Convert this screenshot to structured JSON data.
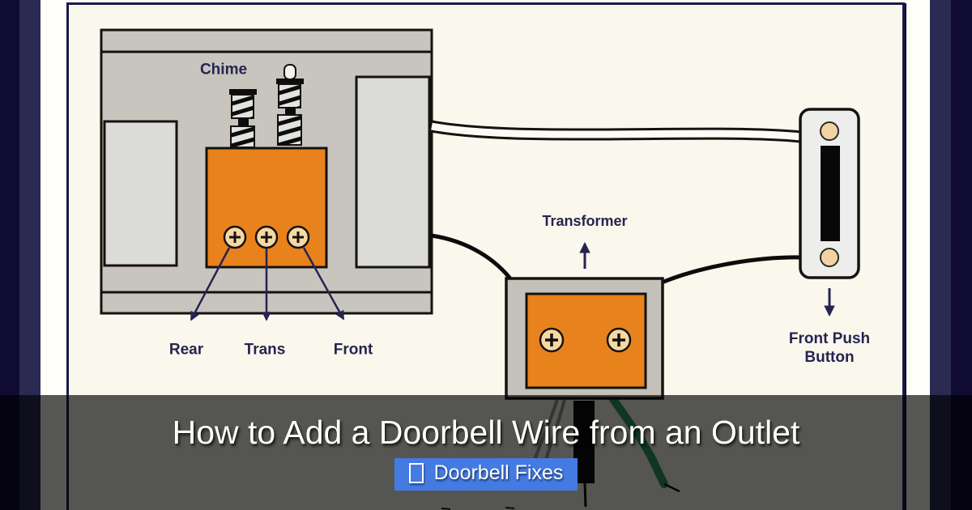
{
  "caption": {
    "title": "How to Add a Doorbell Wire from an Outlet",
    "badge_label": "Doorbell Fixes"
  },
  "diagram": {
    "chime": {
      "label": "Chime",
      "terminal_labels": [
        "Rear",
        "Trans",
        "Front"
      ]
    },
    "transformer": {
      "label": "Transformer"
    },
    "push_button": {
      "label": "Front Push Button"
    }
  },
  "colors": {
    "cream": "#faf8ec",
    "white_band": "#fffffa",
    "navy_line": "#1c1a4a",
    "navy_mid": "#2b2a52",
    "navy_dark": "#0f0b32",
    "label_navy": "#262450",
    "outline": "#151210",
    "chime_gray": "#c8c5be",
    "light_gray": "#dbdbd8",
    "coil_gray": "#e3e3e0",
    "orange": "#e8821c",
    "terminal_tan": "#f6d8a3",
    "transformer_gray": "#c4c1bb",
    "button_gray": "#ededeb",
    "screw_tan": "#f2d3a2",
    "badge_blue": "#437be3",
    "wire_green": "#2f9e63",
    "wire_white": "#fdfcf4",
    "overlay": "rgba(0,0,0,0.66)"
  }
}
